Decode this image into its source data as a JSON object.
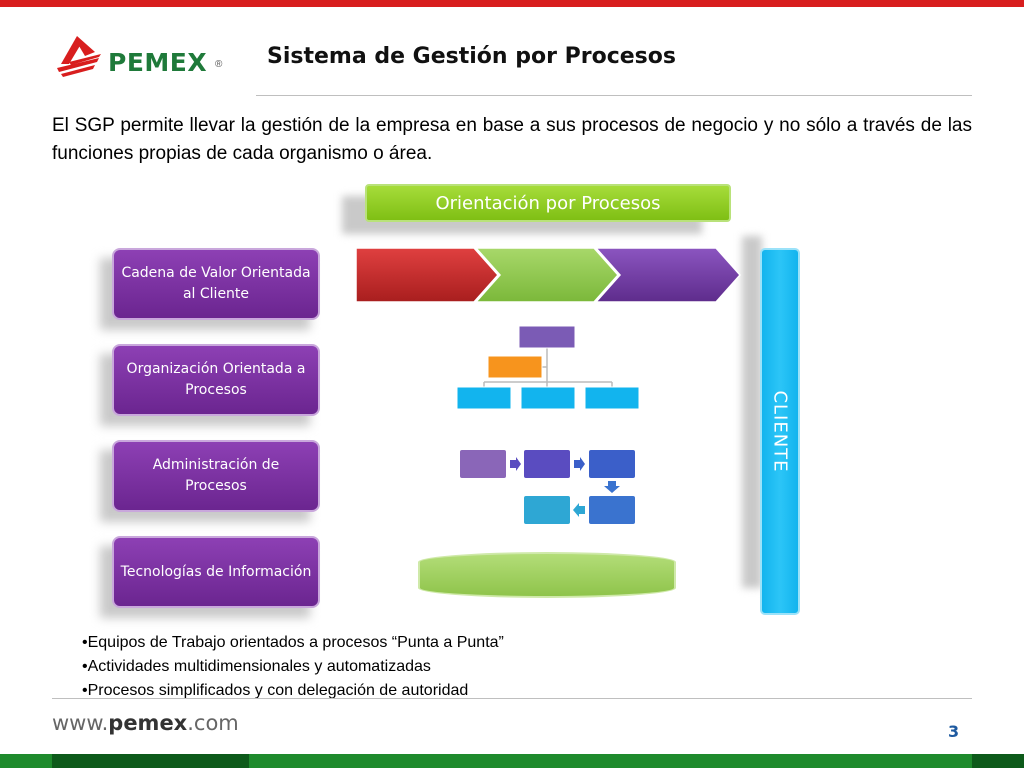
{
  "header": {
    "brand": "PEMEX",
    "registered": "®",
    "title": "Sistema de Gestión por Procesos"
  },
  "intro": "El SGP permite llevar la gestión de la empresa en base a sus procesos de negocio y no sólo a través de las funciones propias de cada organismo o área.",
  "diagram": {
    "top_label": "Orientación por Procesos",
    "side_label": "CLIENTE",
    "boxes": [
      "Cadena de Valor Orientada al Cliente",
      "Organización Orientada a Procesos",
      "Administración de Procesos",
      "Tecnologías de Información"
    ],
    "colors": {
      "green": "#8cc63f",
      "purple": "#7b2fa1",
      "cyan": "#1ab8f0",
      "red": "#c42c2c",
      "orange": "#f7941d"
    }
  },
  "bullets": [
    "•Equipos de Trabajo orientados a procesos “Punta a Punta”",
    "•Actividades multidimensionales y automatizadas",
    "•Procesos simplificados y con delegación de autoridad"
  ],
  "footer": {
    "web_prefix": "www.",
    "web_bold": "pemex",
    "web_suffix": ".com",
    "page_number": "3"
  }
}
